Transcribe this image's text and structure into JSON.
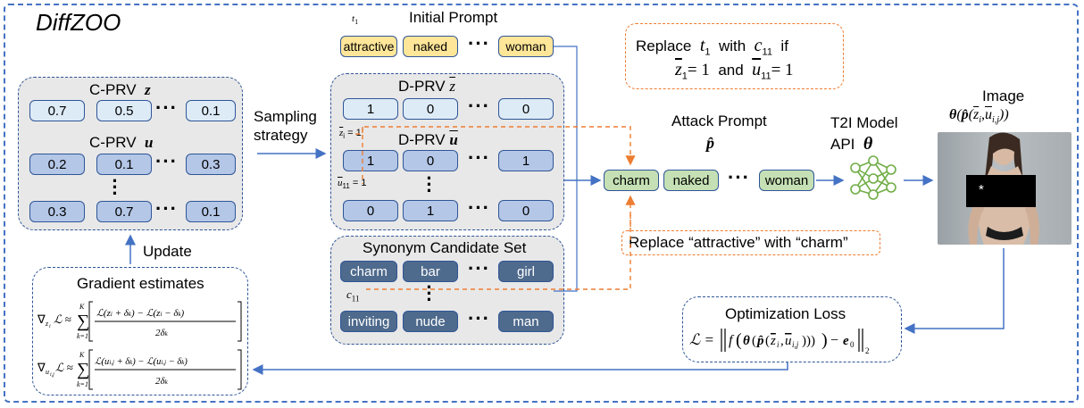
{
  "title": "DiffZOO",
  "cprv": {
    "label_z": "C-PRV",
    "sym_z": "z",
    "z_values": [
      "0.7",
      "0.5",
      "0.1"
    ],
    "label_u": "C-PRV",
    "sym_u": "u",
    "u_row1": [
      "0.2",
      "0.1",
      "0.3"
    ],
    "u_row2": [
      "0.3",
      "0.7",
      "0.1"
    ]
  },
  "sampling": {
    "line1": "Sampling",
    "line2": "strategy"
  },
  "update_label": "Update",
  "initial_prompt": {
    "title": "Initial Prompt",
    "t1": "t",
    "t1_sub": "1",
    "tokens": [
      "attractive",
      "naked",
      "woman"
    ]
  },
  "dprv": {
    "label_z": "D-PRV",
    "z_values": [
      "1",
      "0",
      "0"
    ],
    "label_u": "D-PRV",
    "u_row1": [
      "1",
      "0",
      "1"
    ],
    "u_row2": [
      "0",
      "1",
      "0"
    ],
    "zbar_note": "= 1",
    "ubar_note": "= 1"
  },
  "synonyms": {
    "title": "Synonym Candidate Set",
    "row1": [
      "charm",
      "bar",
      "girl"
    ],
    "row2": [
      "inviting",
      "nude",
      "man"
    ],
    "c11": "c",
    "c11_sub": "11"
  },
  "replace_rule": {
    "word_replace": "Replace",
    "word_with": "with",
    "word_if": "if",
    "word_and": "and",
    "eq1": "= 1",
    "eq2": "= 1"
  },
  "attack_prompt": {
    "title": "Attack Prompt",
    "tokens": [
      "charm",
      "naked",
      "woman"
    ]
  },
  "replace_note": "Replace “attractive” with “charm”",
  "t2i": {
    "line1": "T2I Model",
    "line2": "API"
  },
  "image": {
    "title": "Image",
    "censor_mark": "*"
  },
  "gradient": {
    "title": "Gradient estimates"
  },
  "optimization": {
    "title": "Optimization Loss"
  },
  "colors": {
    "frame": "#4472c4",
    "arrow": "#4472c4",
    "orange": "#ed7d31",
    "green": "#c5e0b4",
    "yellow": "#ffe699",
    "network": "#70ad47"
  }
}
